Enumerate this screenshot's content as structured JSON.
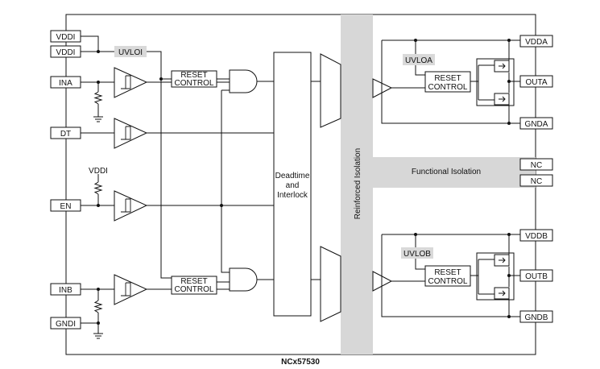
{
  "chip": {
    "part_number": "NCx57530",
    "barrier_label": "Reinforced Isolation",
    "functional_label": "Functional Isolation",
    "core_block": {
      "line1": "Deadtime",
      "line2": "and",
      "line3": "Interlock"
    }
  },
  "pins_left": {
    "vddi_1": "VDDI",
    "vddi_2": "VDDI",
    "ina": "INA",
    "dt": "DT",
    "en": "EN",
    "inb": "INB",
    "gndi": "GNDI"
  },
  "pins_right": {
    "vdda": "VDDA",
    "outa": "OUTA",
    "gnda": "GNDA",
    "nc_1": "NC",
    "nc_2": "NC",
    "vddb": "VDDB",
    "outb": "OUTB",
    "gndb": "GNDB"
  },
  "labels": {
    "uvloi": "UVLOI",
    "uvloa": "UVLOA",
    "uvlob": "UVLOB",
    "vddi_pullup": "VDDI"
  },
  "reset_blocks": {
    "line1": "RESET",
    "line2": "CONTROL"
  },
  "colors": {
    "barrier": "#d7d7d7",
    "uvlo_tag": "#d9d9d9",
    "line": "#111111"
  }
}
